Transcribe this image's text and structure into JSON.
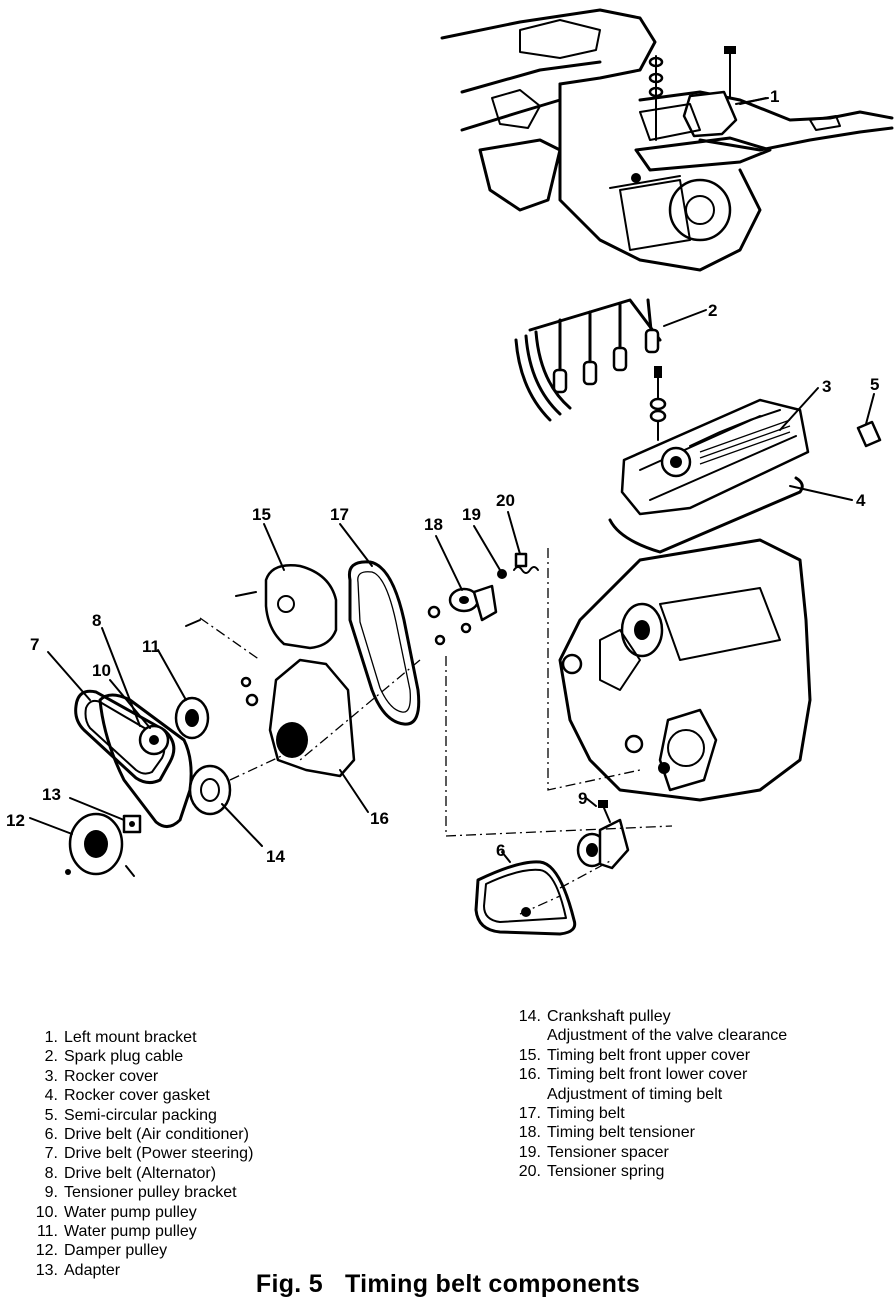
{
  "callouts": [
    "1",
    "2",
    "3",
    "4",
    "5",
    "6",
    "7",
    "8",
    "9",
    "10",
    "11",
    "12",
    "13",
    "14",
    "15",
    "16",
    "17",
    "18",
    "19",
    "20"
  ],
  "legend_left": [
    {
      "num": "1.",
      "text": "Left mount bracket"
    },
    {
      "num": "2.",
      "text": "Spark plug cable"
    },
    {
      "num": "3.",
      "text": "Rocker cover"
    },
    {
      "num": "4.",
      "text": "Rocker cover gasket"
    },
    {
      "num": "5.",
      "text": "Semi-circular packing"
    },
    {
      "num": "6.",
      "text": "Drive belt (Air conditioner)"
    },
    {
      "num": "7.",
      "text": "Drive belt (Power steering)"
    },
    {
      "num": "8.",
      "text": "Drive belt (Alternator)"
    },
    {
      "num": "9.",
      "text": "Tensioner pulley bracket"
    },
    {
      "num": "10.",
      "text": "Water pump pulley"
    },
    {
      "num": "11.",
      "text": "Water pump pulley"
    },
    {
      "num": "12.",
      "text": "Damper pulley"
    },
    {
      "num": "13.",
      "text": "Adapter"
    }
  ],
  "legend_right": [
    {
      "num": "14.",
      "text": "Crankshaft pulley",
      "note": "Adjustment of the valve clearance"
    },
    {
      "num": "15.",
      "text": "Timing belt front upper cover"
    },
    {
      "num": "16.",
      "text": "Timing belt front lower cover",
      "note": "Adjustment of timing belt"
    },
    {
      "num": "17.",
      "text": "Timing belt"
    },
    {
      "num": "18.",
      "text": "Timing belt tensioner"
    },
    {
      "num": "19.",
      "text": "Tensioner spacer"
    },
    {
      "num": "20.",
      "text": "Tensioner spring"
    }
  ],
  "caption": {
    "fig": "Fig. 5",
    "title": "Timing belt components"
  }
}
